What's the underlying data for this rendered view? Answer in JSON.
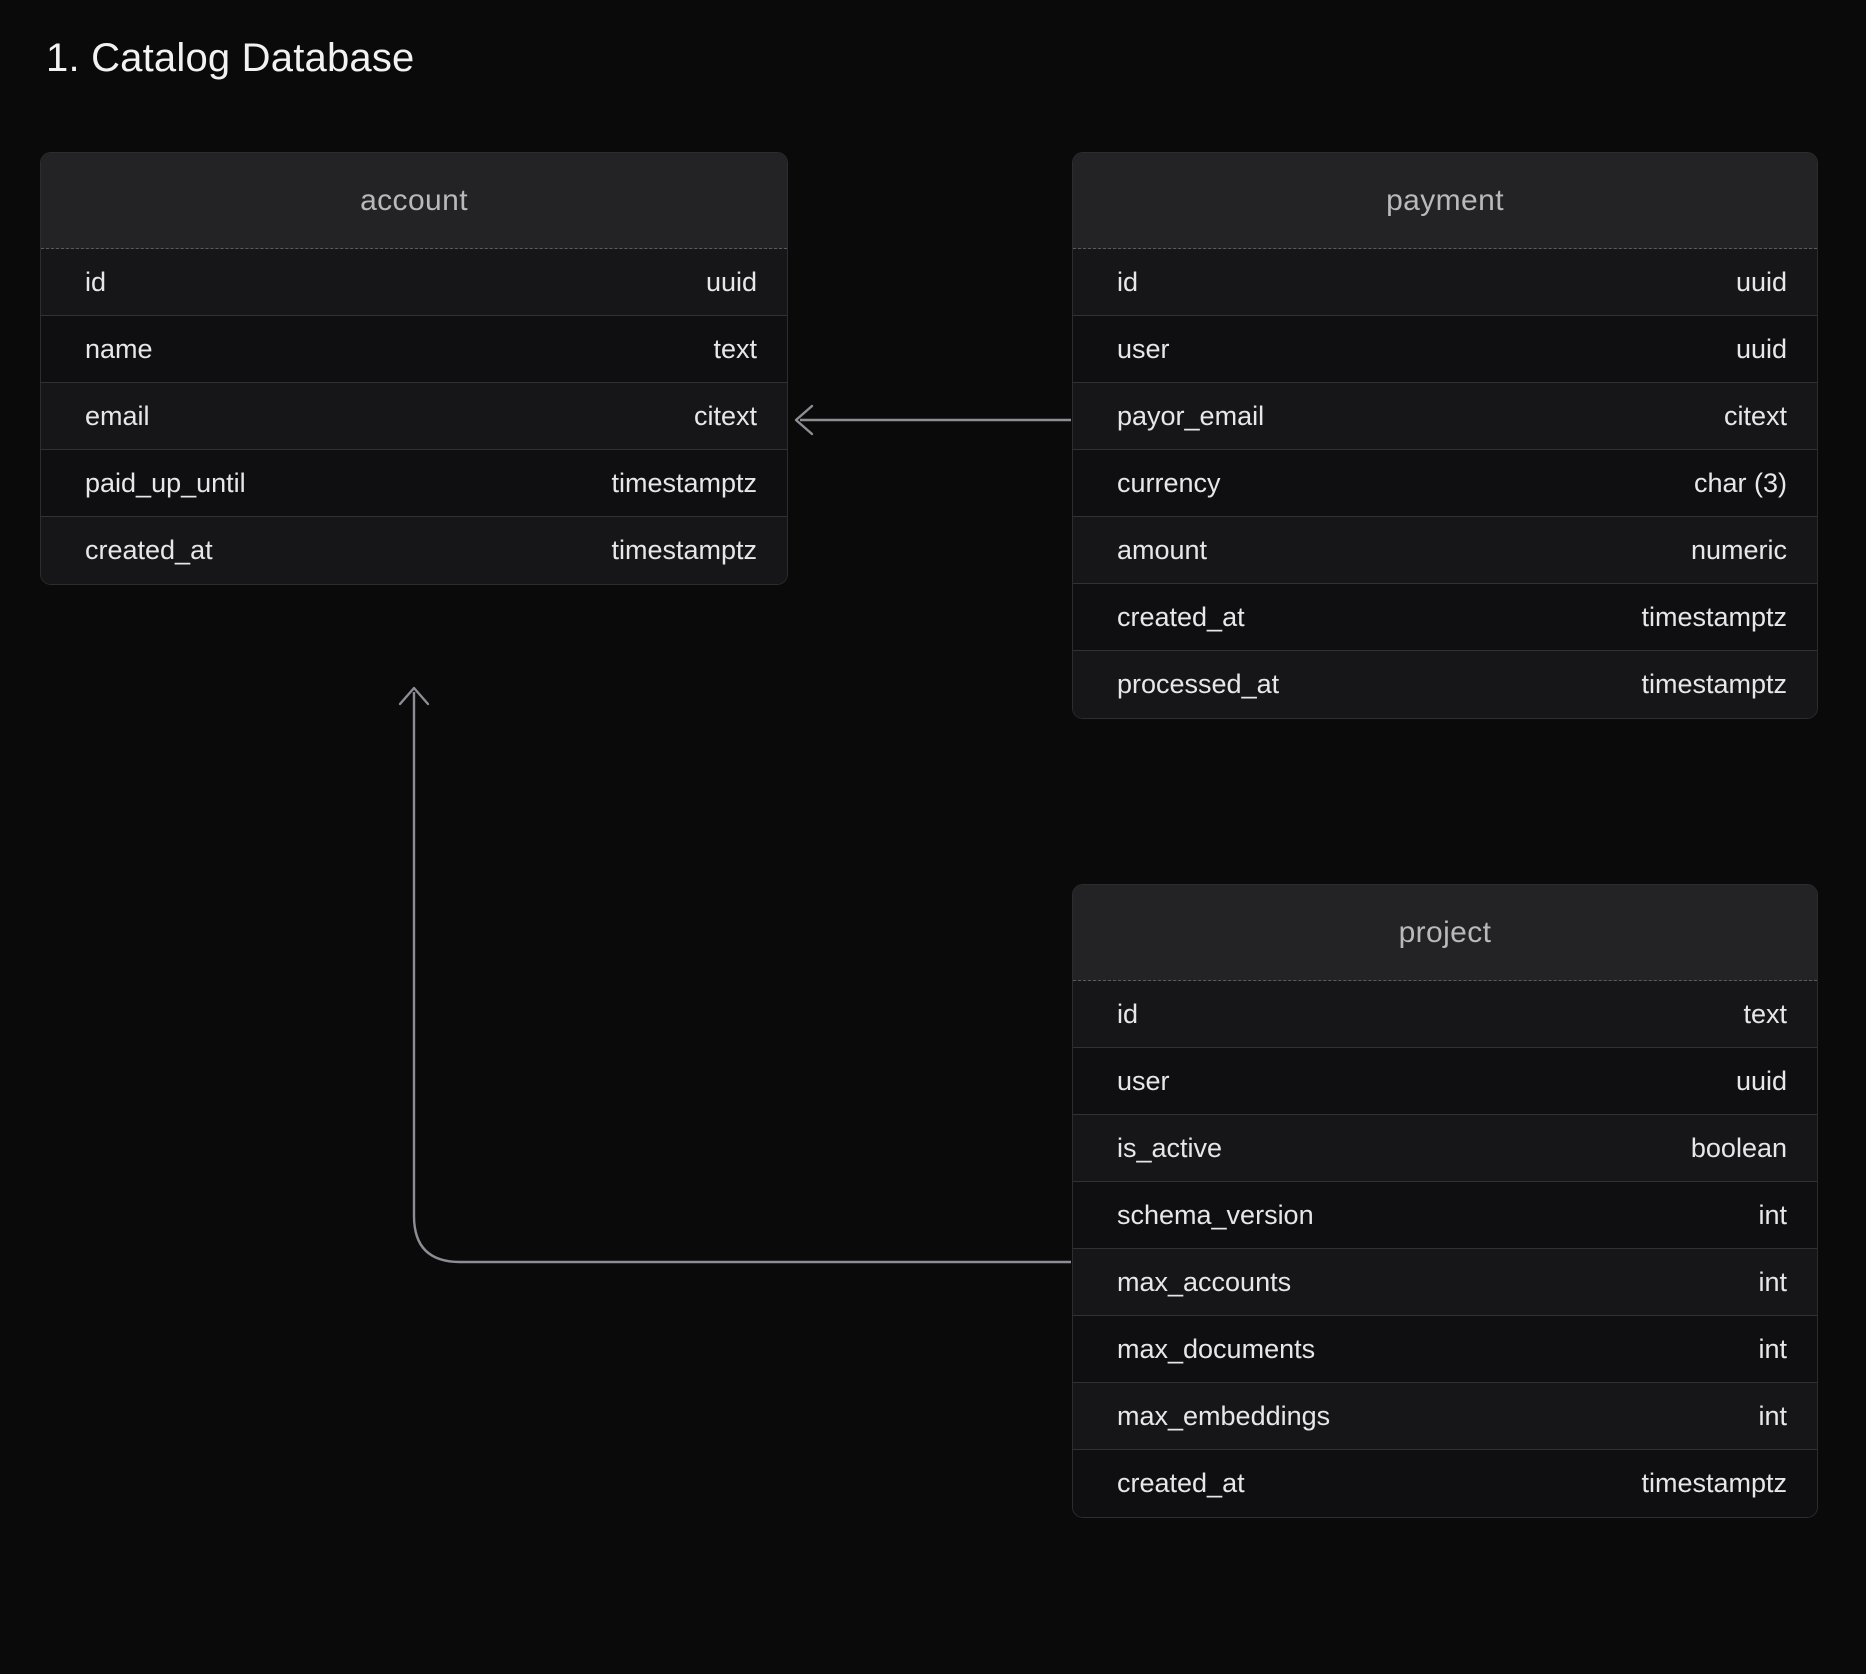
{
  "page": {
    "title": "1. Catalog Database",
    "background_color": "#0a0a0b",
    "card_background": "#0e0e10",
    "header_background": "#232326",
    "border_color": "#2d2d31",
    "text_color": "#e7e7e9",
    "table_name_color": "#b8b8bd",
    "connector_color": "#8d8d93"
  },
  "tables": [
    {
      "name": "account",
      "columns": [
        {
          "name": "id",
          "type": "uuid"
        },
        {
          "name": "name",
          "type": "text"
        },
        {
          "name": "email",
          "type": "citext"
        },
        {
          "name": "paid_up_until",
          "type": "timestamptz"
        },
        {
          "name": "created_at",
          "type": "timestamptz"
        }
      ]
    },
    {
      "name": "payment",
      "columns": [
        {
          "name": "id",
          "type": "uuid"
        },
        {
          "name": "user",
          "type": "uuid"
        },
        {
          "name": "payor_email",
          "type": "citext"
        },
        {
          "name": "currency",
          "type": "char (3)"
        },
        {
          "name": "amount",
          "type": "numeric"
        },
        {
          "name": "created_at",
          "type": "timestamptz"
        },
        {
          "name": "processed_at",
          "type": "timestamptz"
        }
      ]
    },
    {
      "name": "project",
      "columns": [
        {
          "name": "id",
          "type": "text"
        },
        {
          "name": "user",
          "type": "uuid"
        },
        {
          "name": "is_active",
          "type": "boolean"
        },
        {
          "name": "schema_version",
          "type": "int"
        },
        {
          "name": "max_accounts",
          "type": "int"
        },
        {
          "name": "max_documents",
          "type": "int"
        },
        {
          "name": "max_embeddings",
          "type": "int"
        },
        {
          "name": "created_at",
          "type": "timestamptz"
        }
      ]
    }
  ],
  "relationships": [
    {
      "from": "payment.user",
      "to": "account.id",
      "style": "straight-arrow-left"
    },
    {
      "from": "project.user",
      "to": "account.id",
      "style": "elbow-arrow-up"
    }
  ]
}
